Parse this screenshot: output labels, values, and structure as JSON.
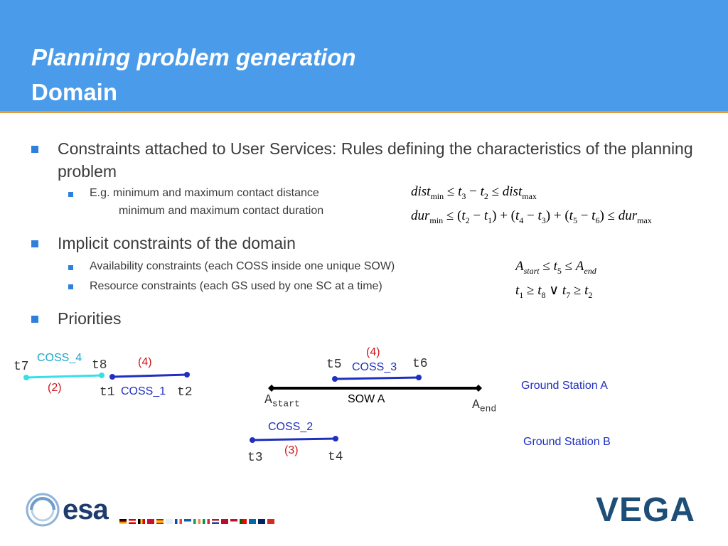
{
  "title": {
    "line1": "Planning problem generation",
    "line2": "Domain"
  },
  "bullets": {
    "b1": "Constraints attached to User Services: Rules defining the characteristics of the planning problem",
    "b1_sub1": "E.g. minimum and maximum contact distance",
    "b1_sub2": "minimum and maximum contact duration",
    "b2": "Implicit constraints of the domain",
    "b2_sub1": "Availability constraints (each COSS inside one unique SOW)",
    "b2_sub2": "Resource constraints (each GS used by one SC at a time)",
    "b3": "Priorities"
  },
  "formulas": {
    "dist": {
      "v": "dist",
      "min": "min",
      "max": "max"
    },
    "dur": {
      "v": "dur",
      "min": "min",
      "max": "max"
    },
    "a": {
      "v": "A",
      "start": "start",
      "end": "end"
    }
  },
  "diagram": {
    "coss4": "COSS_4",
    "coss1": "COSS_1",
    "coss3": "COSS_3",
    "coss2": "COSS_2",
    "sow": "SOW A",
    "gs_a": "Ground Station A",
    "gs_b": "Ground Station B",
    "p4a": "(4)",
    "p2": "(2)",
    "p4b": "(4)",
    "p3": "(3)",
    "t1": "t1",
    "t2": "t2",
    "t3": "t3",
    "t4": "t4",
    "t5": "t5",
    "t6": "t6",
    "t7": "t7",
    "t8": "t8",
    "a": "A",
    "start": "start",
    "end": "end"
  },
  "footer": {
    "esa": "esa",
    "vega": "VEGA"
  },
  "colors": {
    "header": "#4a9be9",
    "accent_line": "#e59a3b",
    "bullet": "#2f7fdd",
    "coss_blue": "#1f2fbf",
    "coss_cyan": "#18a9c9",
    "priority_red": "#d0151b"
  }
}
